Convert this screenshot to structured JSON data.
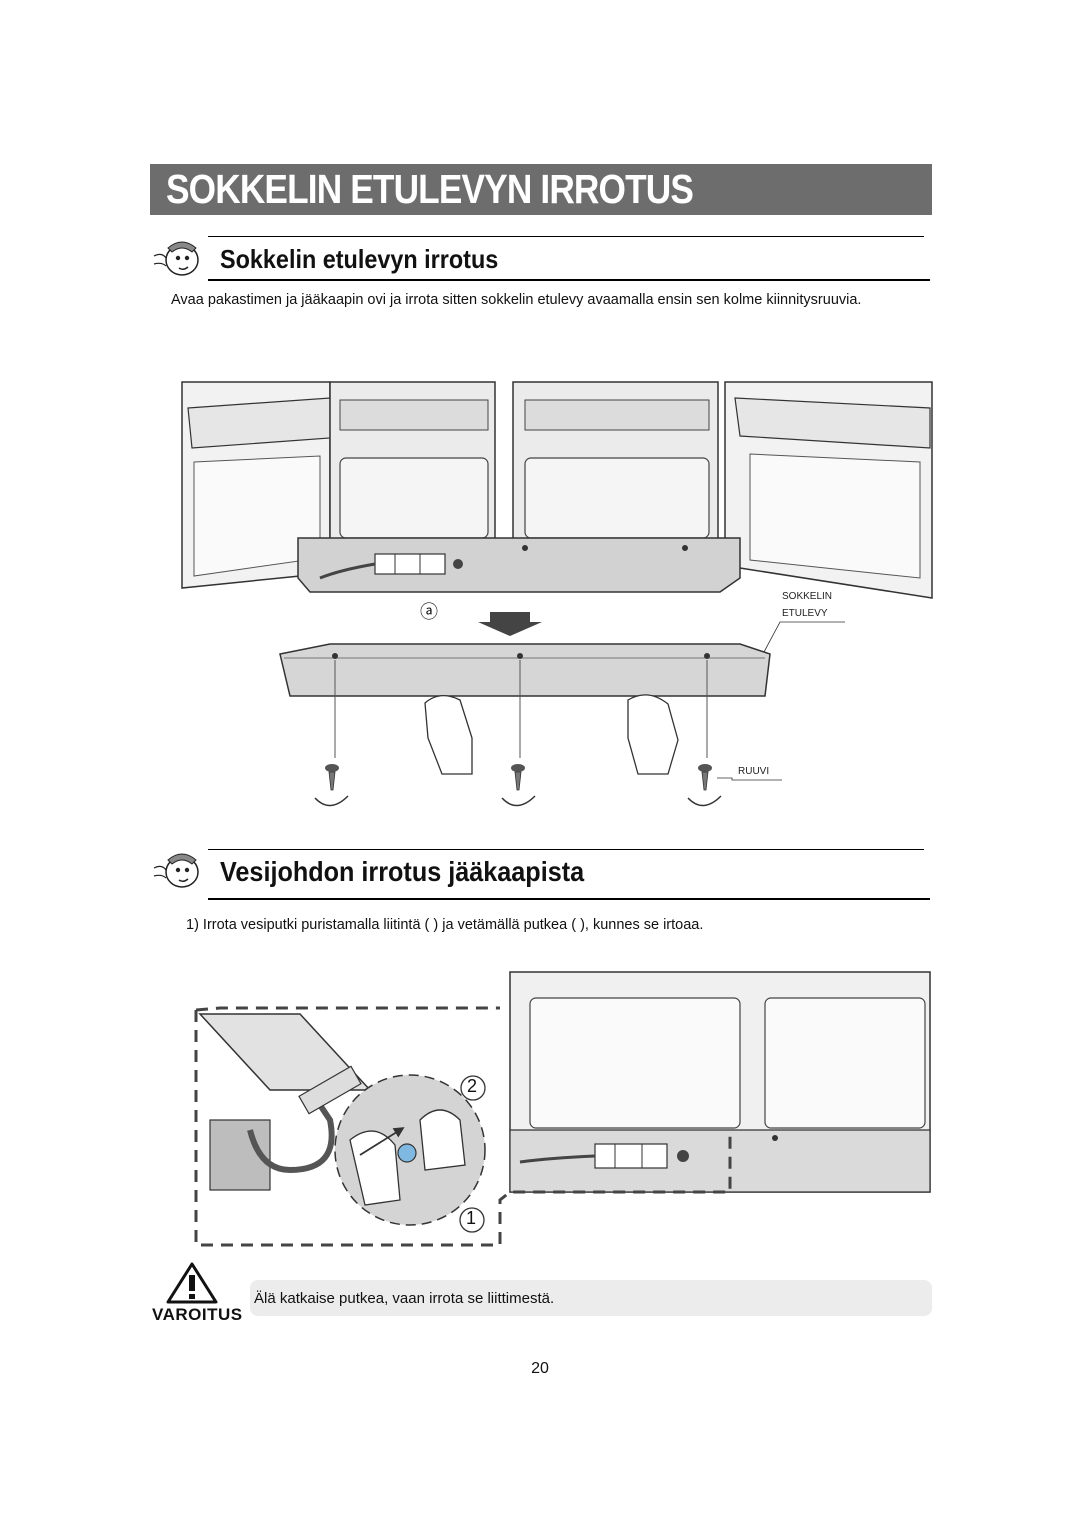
{
  "page": {
    "title": "SOKKELIN ETULEVYN IRROTUS",
    "number": "20"
  },
  "section1": {
    "heading": "Sokkelin etulevyn irrotus",
    "body": "Avaa pakastimen ja jääkaapin ovi ja irrota sitten sokkelin etulevy avaamalla ensin sen kolme kiinnitysruuvia.",
    "figure": {
      "marker": "ⓐ",
      "label_cover_line1": "SOKKELIN",
      "label_cover_line2": "ETULEVY",
      "label_screw": "RUUVI"
    }
  },
  "section2": {
    "heading": "Vesijohdon irrotus jääkaapista",
    "step1": "1) Irrota vesiputki puristamalla liitintä (    ) ja vetämällä putkea (    ), kunnes se irtoaa.",
    "figure": {
      "step_marker_2": "2",
      "step_marker_1": "1"
    }
  },
  "warning": {
    "icon": "warning-triangle-icon",
    "label": "VAROITUS",
    "text": "Älä katkaise putkea, vaan irrota se liittimestä."
  },
  "colors": {
    "banner": "#6d6d6d",
    "warning_bg": "#ececec",
    "appliance_fill": "#e4e4e4",
    "appliance_dark": "#9a9a9a"
  }
}
